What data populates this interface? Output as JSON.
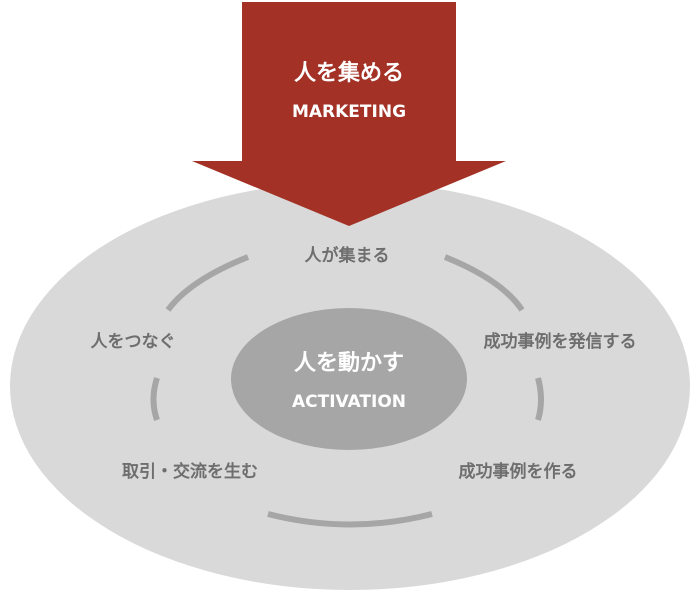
{
  "colors": {
    "arrow": "#a33126",
    "outer_ellipse": "#d9d9d9",
    "cycle_arc": "#a6a6a6",
    "core": "#a6a6a6",
    "label": "#6e6e6e"
  },
  "arrow": {
    "title": "人を集める",
    "subtitle": "MARKETING"
  },
  "core": {
    "title": "人を動かす",
    "subtitle": "ACTIVATION"
  },
  "cycle": {
    "top": "人が集まる",
    "right": "成功事例を発信する",
    "bottom_right": "成功事例を作る",
    "bottom_left": "取引・交流を生む",
    "left": "人をつなぐ"
  }
}
